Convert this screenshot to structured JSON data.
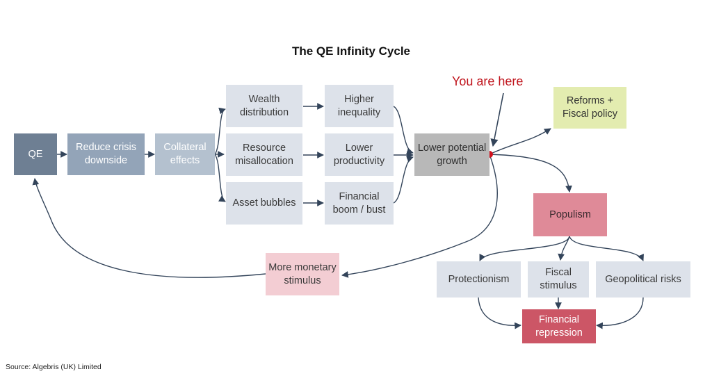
{
  "diagram": {
    "title": "The QE Infinity Cycle",
    "you_are_here": "You are here",
    "source": "Source: Algebris (UK) Limited",
    "nodes": {
      "qe": "QE",
      "reduce_crisis": "Reduce crisis downside",
      "collateral": "Collateral effects",
      "wealth": "Wealth distribution",
      "resource": "Resource misallocation",
      "asset": "Asset bubbles",
      "inequality": "Higher inequality",
      "productivity": "Lower productivity",
      "financial_boom": "Financial boom / bust",
      "lower_growth": "Lower potential growth",
      "reforms": "Reforms + Fiscal policy",
      "populism": "Populism",
      "more_monetary": "More monetary stimulus",
      "protectionism": "Protectionism",
      "fiscal_stimulus": "Fiscal stimulus",
      "geopolitical": "Geopolitical risks",
      "financial_repression": "Financial repression"
    }
  },
  "colors": {
    "arrow": "#33445a",
    "marker": "#d0101c",
    "here_text": "#c0141c"
  }
}
